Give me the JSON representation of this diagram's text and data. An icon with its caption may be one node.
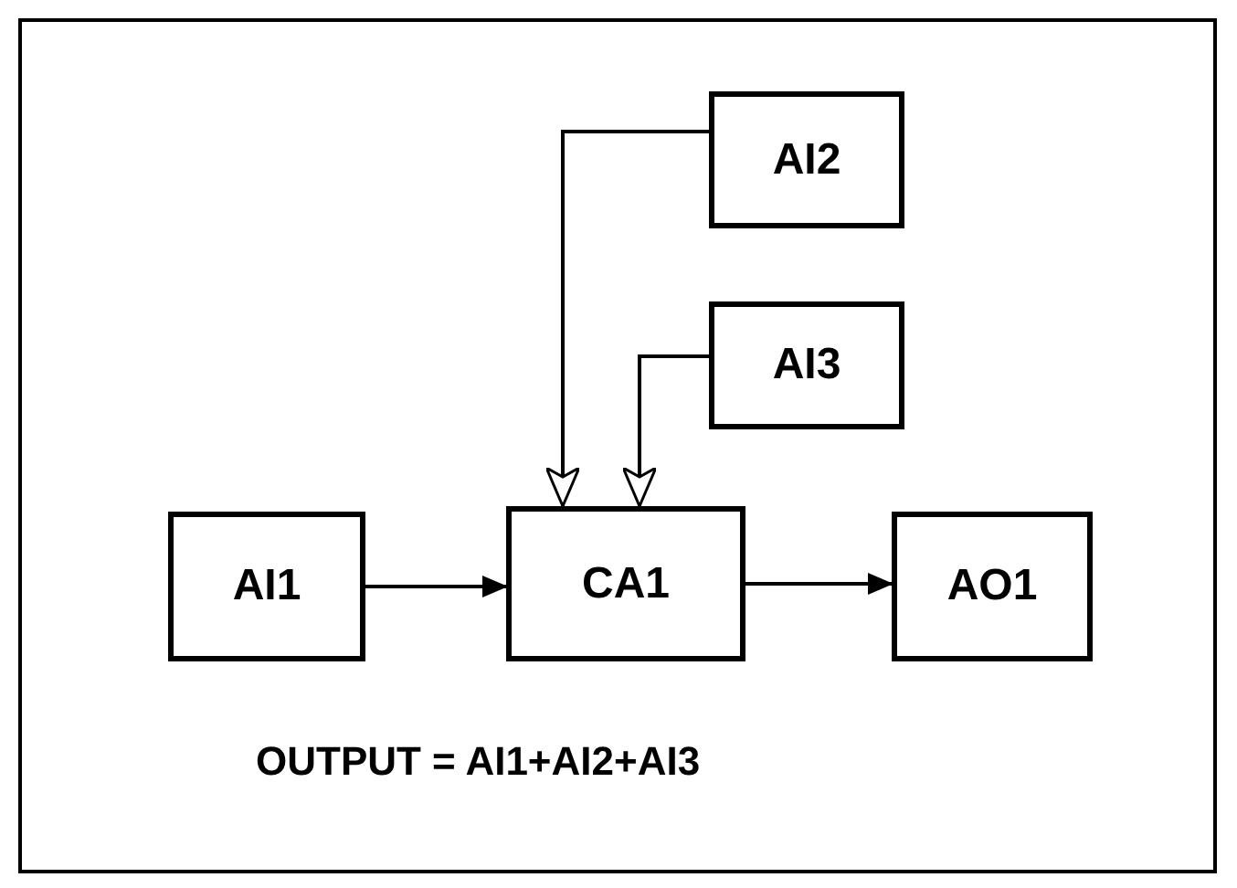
{
  "diagram": {
    "nodes": [
      {
        "text": [
          "AI1"
        ]
      },
      {
        "text": [
          "CA1"
        ]
      },
      {
        "text": [
          "AO1"
        ]
      },
      {
        "text": [
          "AI2"
        ]
      },
      {
        "text": [
          "AI3"
        ]
      }
    ],
    "edges": [
      {
        "from": 0,
        "to": 1,
        "arrow": "to"
      },
      {
        "from": 1,
        "to": 2,
        "arrow": "to"
      },
      {
        "from": 3,
        "to": 1,
        "arrow": "to"
      },
      {
        "from": 4,
        "to": 1,
        "arrow": "to"
      }
    ],
    "labels": [
      "OUTPUT = AI1+AI2+AI3"
    ]
  }
}
